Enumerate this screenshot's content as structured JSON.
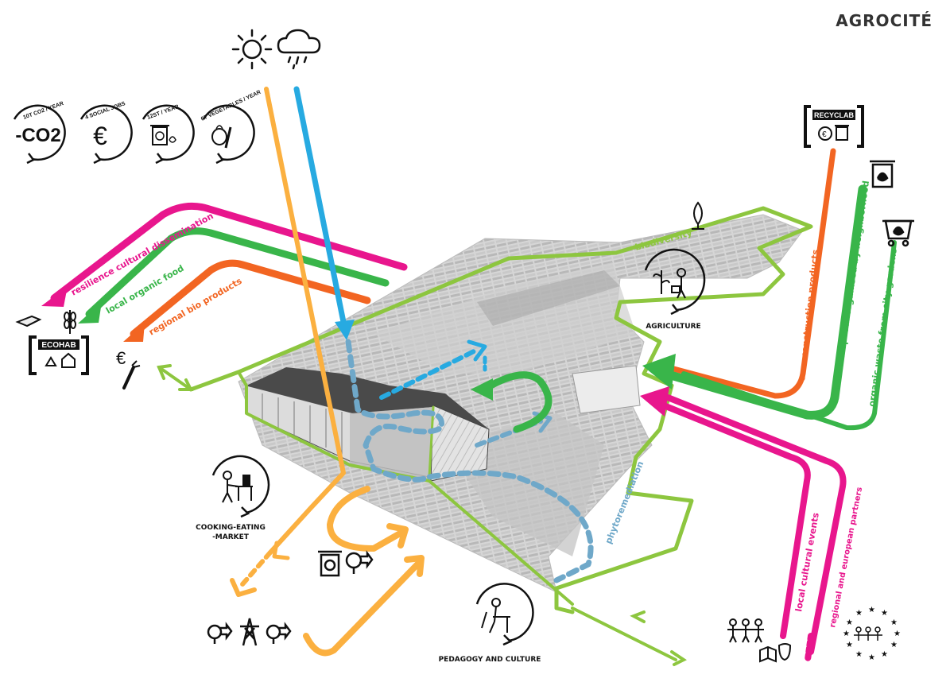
{
  "title": "AGROCITÉ",
  "colors": {
    "magenta": "#e8168d",
    "green": "#39b54a",
    "lime": "#8dc63f",
    "orange": "#f26522",
    "yellow": "#fbb040",
    "cyan": "#27aae1",
    "teal_dashed": "#6fa8c9"
  },
  "metrics": [
    {
      "caption": "10T CO2 / YEAR",
      "symbol": "-CO2",
      "icon": "co2-cycle-icon"
    },
    {
      "caption": "4 SOCIAL JOBS",
      "symbol": "€",
      "icon": "euro-cycle-icon"
    },
    {
      "caption": "12ST / YEAR",
      "symbol": "",
      "icon": "bin-cycle-icon"
    },
    {
      "caption": "6T VEGETABLES / YEAR",
      "symbol": "",
      "icon": "vegetables-cycle-icon"
    }
  ],
  "weather_icons": [
    "sun-icon",
    "rain-cloud-icon"
  ],
  "flows_left": [
    {
      "label": "resilience cultural dissemination",
      "color": "magenta"
    },
    {
      "label": "local organic food",
      "color": "green"
    },
    {
      "label": "regional bio products",
      "color": "orange"
    }
  ],
  "flows_right": [
    {
      "label": "eco- construction products",
      "color": "orange"
    },
    {
      "label": "waste disposal organised by neighborhood",
      "color": "green"
    },
    {
      "label": "organic waste from city gardens",
      "color": "green"
    },
    {
      "label": "local cultural events",
      "color": "magenta"
    },
    {
      "label": "regional and european partners",
      "color": "magenta"
    }
  ],
  "boxes": {
    "ecohab": "ECOHAB",
    "recyclab": "RECYCLAB"
  },
  "labels": {
    "biodiversity": "biodiversity",
    "agriculture": "AGRICULTURE",
    "cooking": "COOKING-EATING",
    "market": "-MARKET",
    "phytoremediation": "phytoremediation",
    "pedagogy": "PEDAGOGY AND CULTURE"
  }
}
